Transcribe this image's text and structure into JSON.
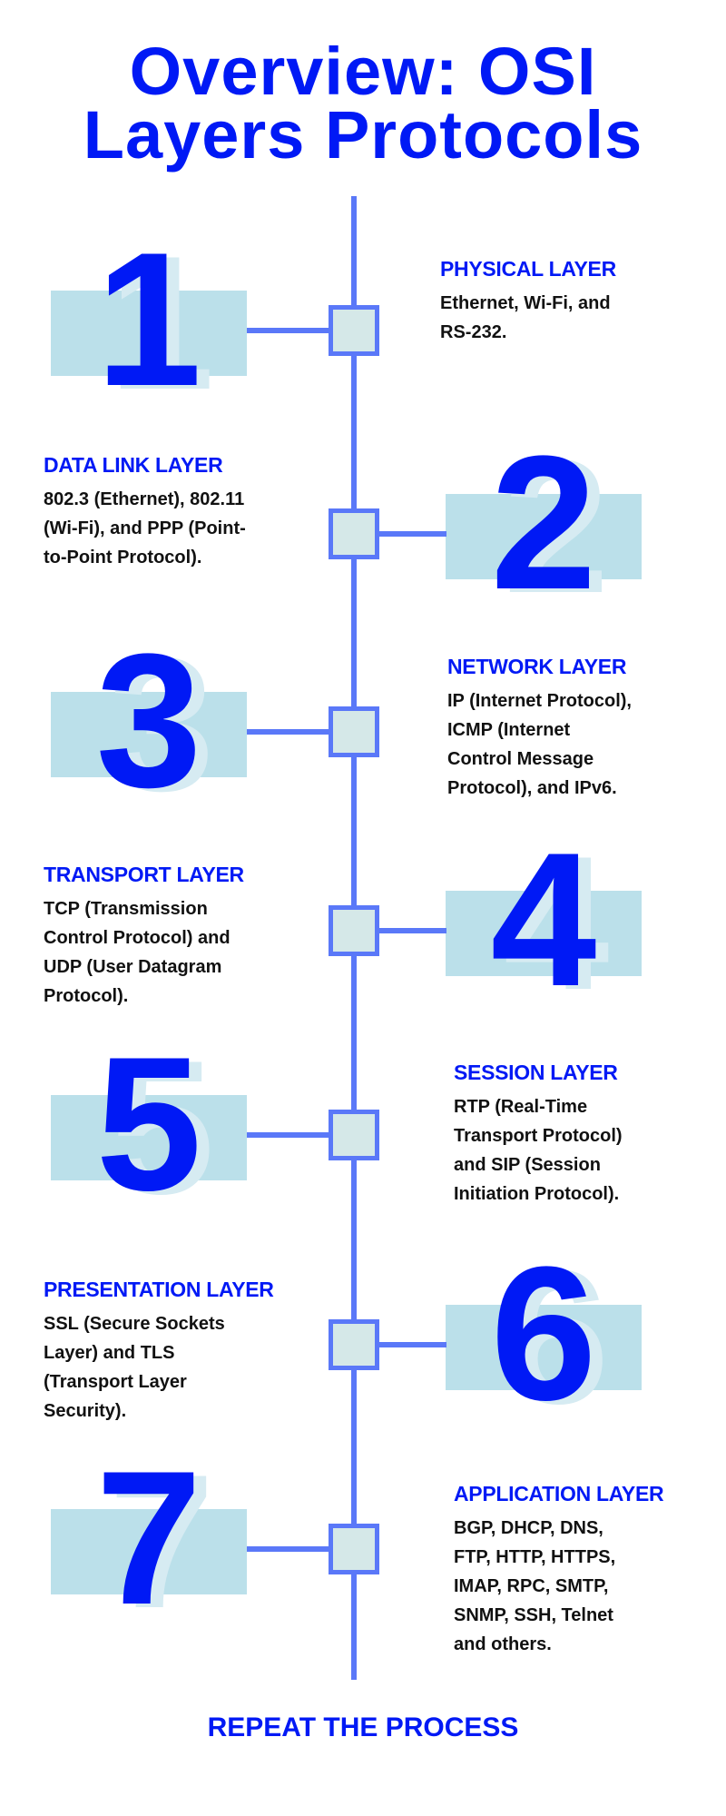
{
  "title": {
    "line1": "Overview: OSI",
    "line2": "Layers Protocols"
  },
  "layers": [
    {
      "number": "1",
      "heading": "PHYSICAL LAYER",
      "lines": [
        "Ethernet, Wi-Fi, and",
        "RS-232."
      ]
    },
    {
      "number": "2",
      "heading": "DATA LINK LAYER",
      "lines": [
        " 802.3 (Ethernet), 802.11",
        "(Wi-Fi), and PPP (Point-",
        "to-Point Protocol)."
      ]
    },
    {
      "number": "3",
      "heading": "NETWORK LAYER",
      "lines": [
        "IP (Internet Protocol),",
        "ICMP (Internet",
        "Control Message",
        "Protocol), and IPv6."
      ]
    },
    {
      "number": "4",
      "heading": "TRANSPORT LAYER",
      "lines": [
        "TCP (Transmission",
        "Control Protocol) and",
        "UDP (User Datagram",
        "Protocol)."
      ]
    },
    {
      "number": "5",
      "heading": "SESSION LAYER",
      "lines": [
        "RTP (Real-Time",
        "Transport Protocol)",
        "and SIP (Session",
        "Initiation Protocol)."
      ]
    },
    {
      "number": "6",
      "heading": "PRESENTATION LAYER",
      "lines": [
        "SSL (Secure Sockets",
        "Layer) and TLS",
        "(Transport Layer",
        "Security)."
      ]
    },
    {
      "number": "7",
      "heading": "APPLICATION LAYER",
      "lines": [
        "BGP, DHCP, DNS,",
        "FTP, HTTP, HTTPS,",
        "IMAP, RPC, SMTP,",
        "SNMP, SSH, Telnet",
        "and others."
      ]
    }
  ],
  "footer": "REPEAT THE PROCESS",
  "colors": {
    "accent": "#0019f5",
    "timeline": "#5a78f8",
    "block": "#bbe0ea",
    "node": "#d5e8e8"
  }
}
